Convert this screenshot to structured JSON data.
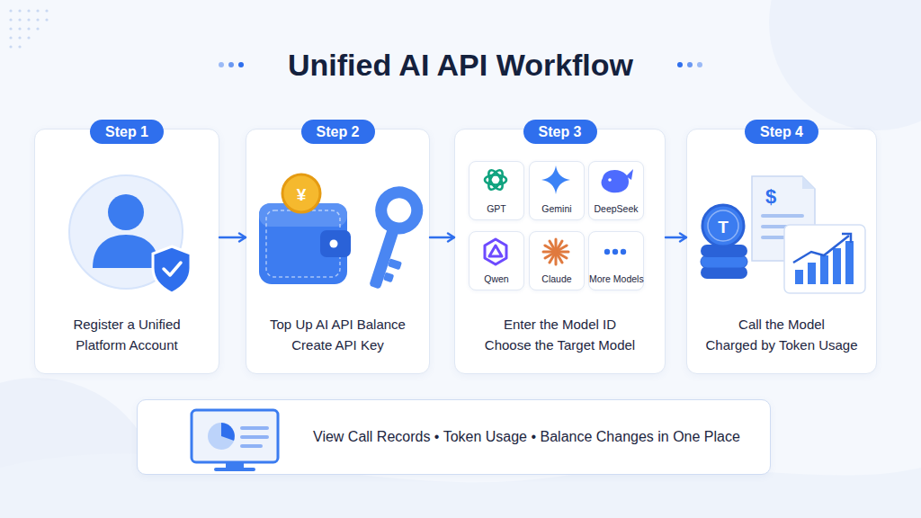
{
  "diagram": {
    "title": "Unified AI API Workflow",
    "nodes": [
      {
        "text": [
          "Step 1",
          "Register a Unified Platform Account"
        ]
      },
      {
        "text": [
          "Step 2",
          "Top Up AI API Balance",
          "Create API Key"
        ]
      },
      {
        "text": [
          "Step 3",
          "Enter the Model ID",
          "Choose the Target Model"
        ]
      },
      {
        "text": [
          "GPT"
        ],
        "in": 2
      },
      {
        "text": [
          "Gemini"
        ],
        "in": 2
      },
      {
        "text": [
          "DeepSeek"
        ],
        "in": 2
      },
      {
        "text": [
          "Qwen"
        ],
        "in": 2
      },
      {
        "text": [
          "Claude"
        ],
        "in": 2
      },
      {
        "text": [
          "More Models"
        ],
        "in": 2
      },
      {
        "text": [
          "Step 4",
          "Call the Model",
          "Charged by Token Usage"
        ]
      },
      {
        "text": [
          "View Call Records • Token Usage • Balance Changes in One Place"
        ]
      }
    ],
    "edges": [
      {
        "from": 0,
        "to": 1,
        "arrow": "to"
      },
      {
        "from": 1,
        "to": 2,
        "arrow": "to"
      },
      {
        "from": 2,
        "to": 9,
        "arrow": "to"
      }
    ],
    "labels": [
      "¥",
      "$",
      "T"
    ]
  }
}
